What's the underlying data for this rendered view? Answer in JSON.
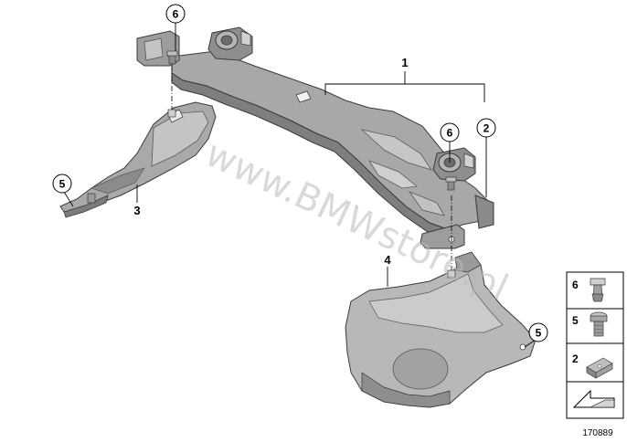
{
  "watermark": "www.BMWstore.pl",
  "diagram_id": "170889",
  "colors": {
    "part_fill": "#a3a3a3",
    "part_dark": "#7e7e7e",
    "part_light": "#c9c9c9",
    "heat_shield_fill": "#b8b8b8",
    "outline": "#3a3a3a"
  },
  "callouts": {
    "part_1": "1",
    "part_2": "2",
    "part_3": "3",
    "part_4": "4",
    "part_5_left": "5",
    "part_5_right": "5",
    "part_6_left": "6",
    "part_6_right": "6"
  },
  "legend": {
    "item_6": "6",
    "item_5": "5",
    "item_2": "2"
  },
  "icons": [
    "clip-nut-icon",
    "bolt-icon",
    "spring-clip-icon",
    "direction-arrow-icon"
  ]
}
